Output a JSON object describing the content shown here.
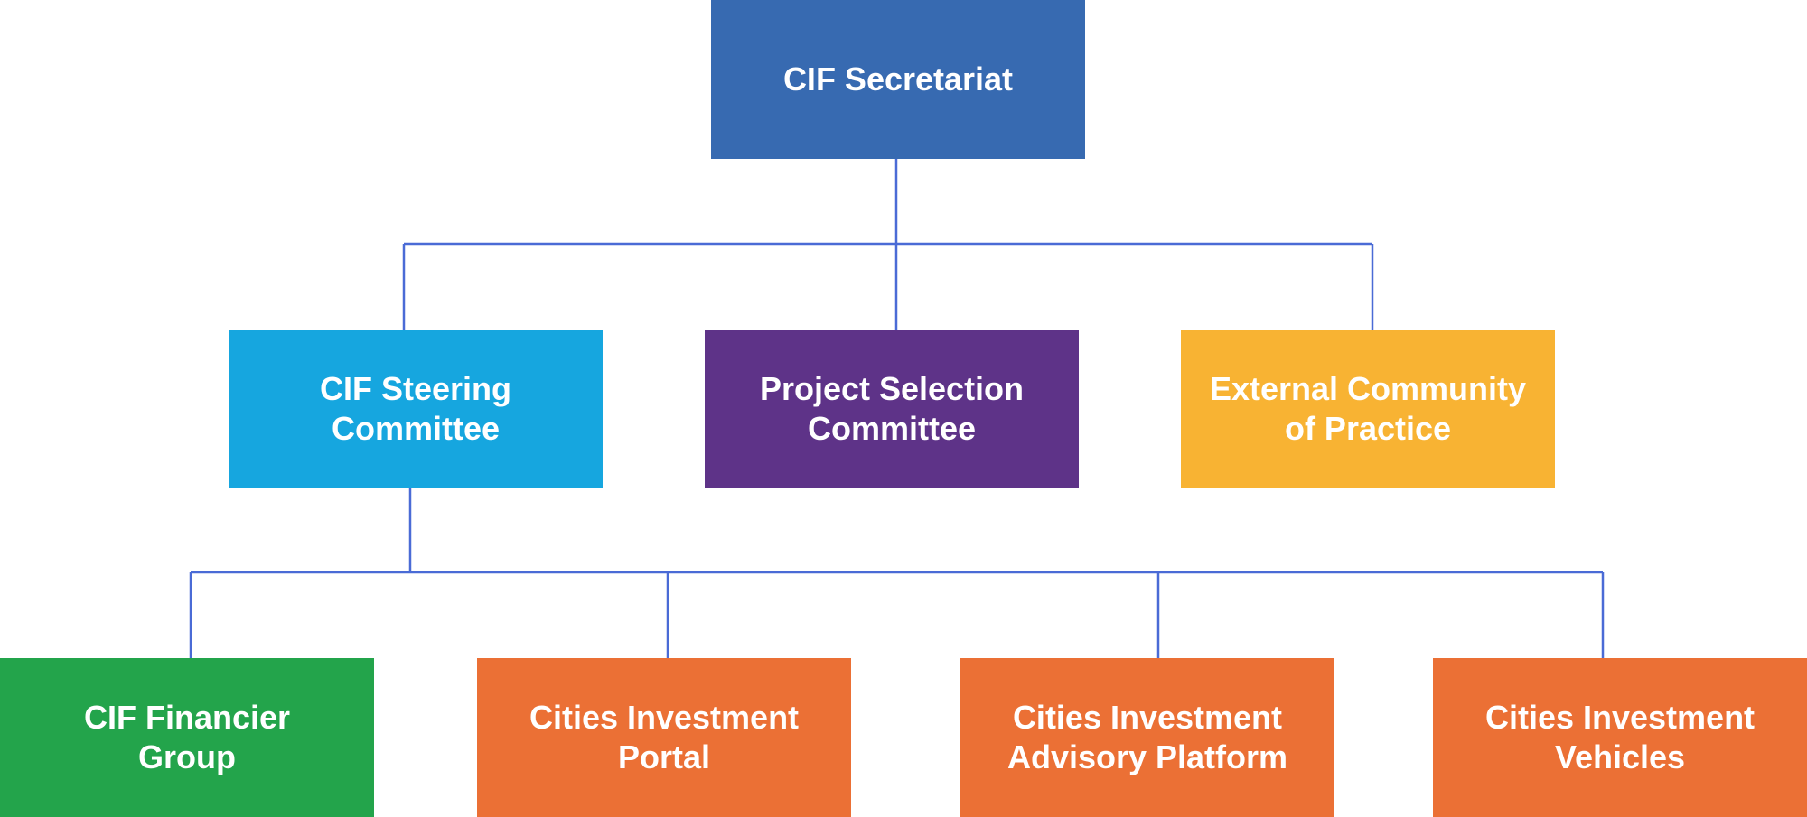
{
  "org_chart": {
    "root": {
      "label": "CIF Secretariat",
      "color": "#376ab1"
    },
    "level2": [
      {
        "label": "CIF Steering\nCommittee",
        "color": "#16a6df"
      },
      {
        "label": "Project Selection\nCommittee",
        "color": "#5e3388"
      },
      {
        "label": "External Community\nof Practice",
        "color": "#f8b333"
      }
    ],
    "level3": [
      {
        "label": "CIF Financier\nGroup",
        "color": "#23a44b"
      },
      {
        "label": "Cities Investment\nPortal",
        "color": "#eb7035"
      },
      {
        "label": "Cities Investment\nAdvisory Platform",
        "color": "#eb7035"
      },
      {
        "label": "Cities Investment\nVehicles",
        "color": "#eb7035"
      }
    ],
    "connector_color": "#4a6bd6"
  }
}
